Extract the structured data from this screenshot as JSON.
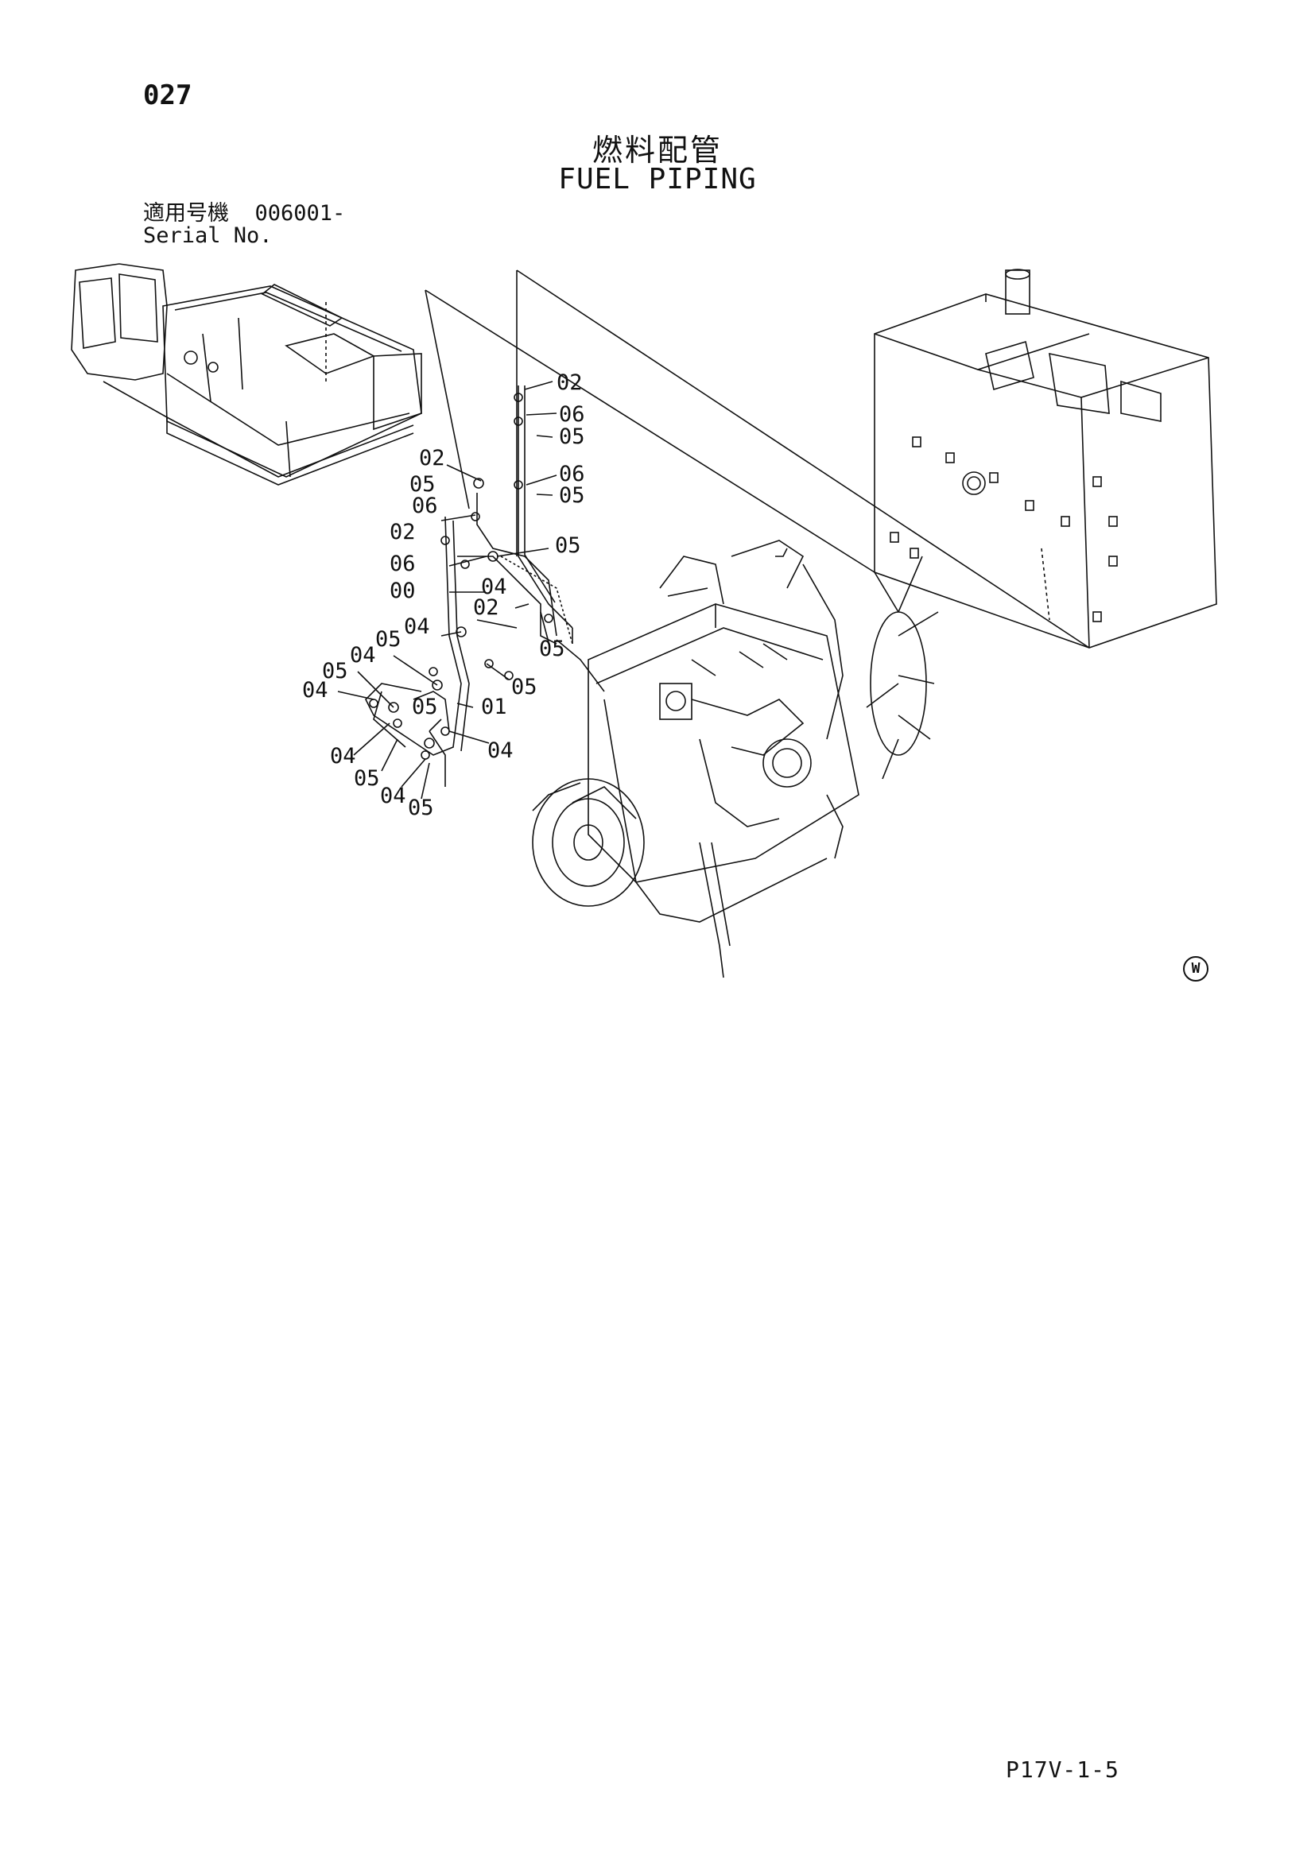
{
  "header": {
    "page_number": "027",
    "title_ja": "燃料配管",
    "title_en": "FUEL PIPING"
  },
  "serial": {
    "label_ja": "適用号機",
    "value": "006001-",
    "label_en": "Serial No."
  },
  "callouts": [
    "02",
    "06",
    "05",
    "06",
    "05",
    "02",
    "05",
    "06",
    "05",
    "02",
    "06",
    "00",
    "04",
    "02",
    "05",
    "04",
    "05",
    "04",
    "05",
    "05",
    "04",
    "05",
    "01",
    "04",
    "04",
    "05",
    "04",
    "05"
  ],
  "watermark": "W",
  "footer": {
    "code": "P17V-1-5"
  }
}
